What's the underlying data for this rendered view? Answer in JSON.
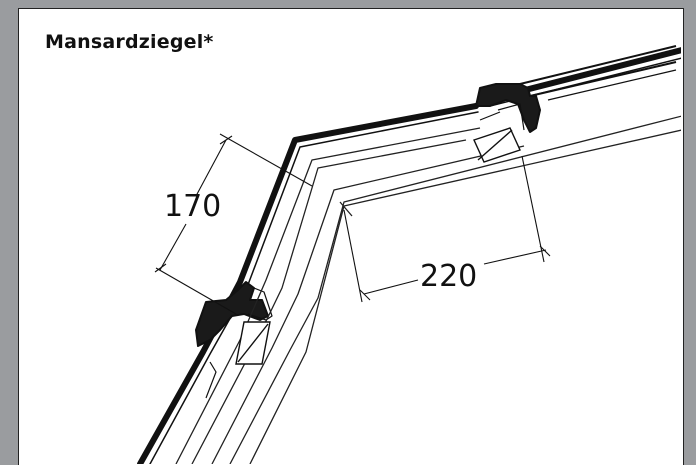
{
  "title": "Mansardziegel*",
  "dimensions": {
    "upper": "170",
    "lower": "220"
  }
}
